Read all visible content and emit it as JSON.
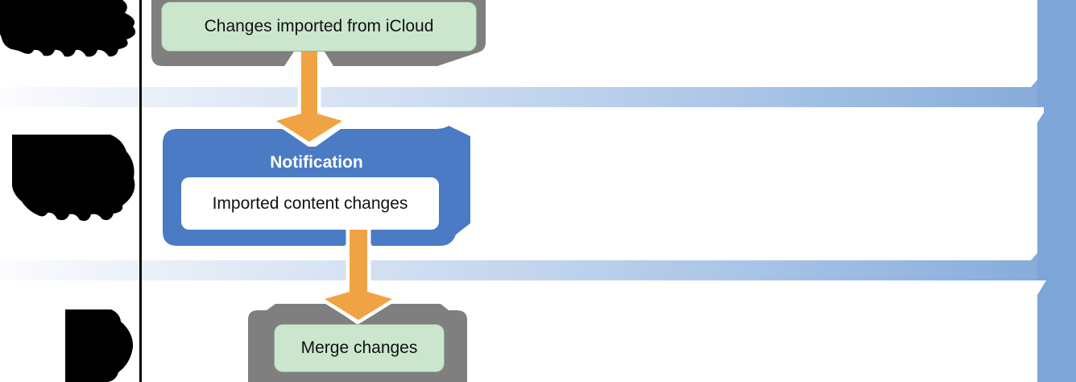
{
  "diagram": {
    "nodes": {
      "imported_changes": {
        "label": "Changes imported from iCloud"
      },
      "notification": {
        "title": "Notification",
        "body": "Imported content changes"
      },
      "merge": {
        "label": "Merge changes"
      }
    },
    "lanes": {
      "redacted_labels": 3,
      "note": "lane name labels are blacked out"
    },
    "colors": {
      "container_gray": "#7f7f7f",
      "task_green": "#cbe6cd",
      "notification_blue": "#4a7bc4",
      "arrow_orange": "#f0a344",
      "band_light": "#fbfcfe",
      "band_dark": "#87acdb",
      "timeline_bar_blue": "#7da5d8",
      "redaction_black": "#000000"
    }
  }
}
